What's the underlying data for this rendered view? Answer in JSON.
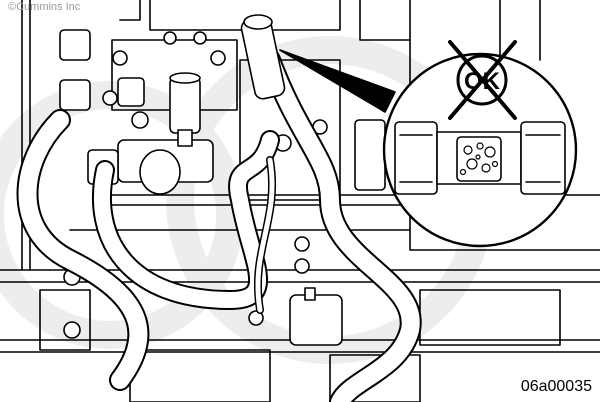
{
  "figure": {
    "copyright": "©Cummins Inc",
    "figure_number": "06a00035",
    "callout_label": "OK",
    "callout_mark": "crossed-out",
    "callout_meaning": "not acceptable"
  },
  "colors": {
    "line": "#000000",
    "background": "#ffffff",
    "watermark": "#e6e6e6"
  }
}
